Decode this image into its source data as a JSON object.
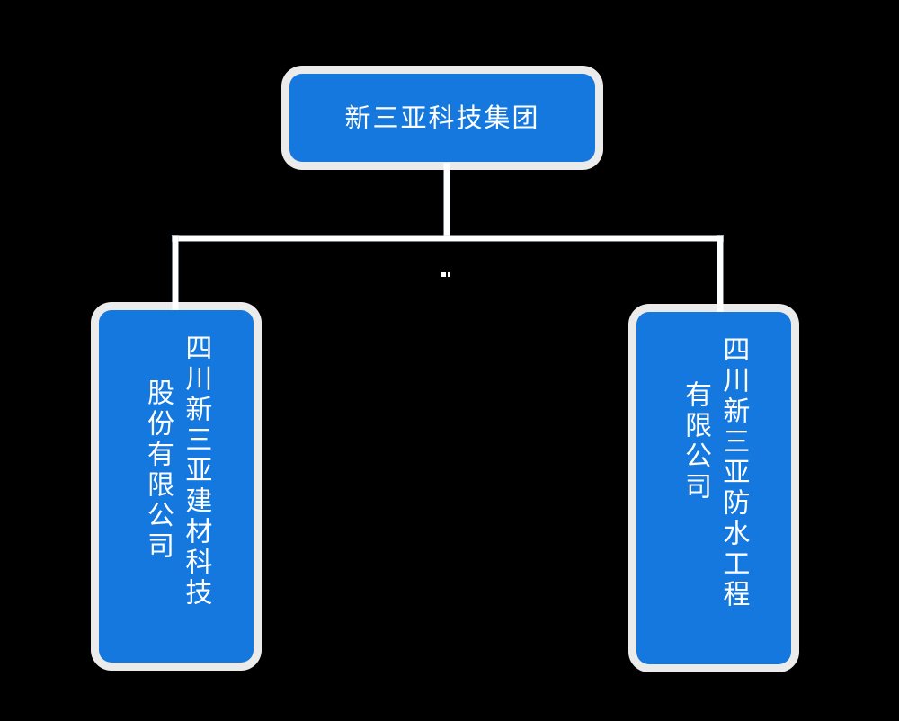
{
  "diagram": {
    "type": "org-chart",
    "orientation": "top-down",
    "background_color": "#000000",
    "node_color": "#1478df",
    "node_text_color": "#ffffff",
    "connector_color": "#ffffff",
    "root": {
      "id": "node-root",
      "label": "新三亚科技集团",
      "text_direction": "horizontal"
    },
    "children": [
      {
        "id": "node-child-left",
        "text_direction": "vertical-rl",
        "columns": [
          "四川新三亚建材科技",
          "股份有限公司"
        ],
        "full_name": "四川新三亚建材科技股份有限公司"
      },
      {
        "id": "node-child-right",
        "text_direction": "vertical-rl",
        "columns": [
          "四川新三亚防水工程",
          "有限公司"
        ],
        "full_name": "四川新三亚防水工程有限公司"
      }
    ]
  }
}
